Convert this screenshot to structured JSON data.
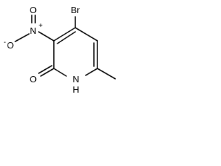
{
  "molecule": {
    "atoms": {
      "br": "Br",
      "n_nitro": "N",
      "n_nitro_charge": "+",
      "o_nitro_top": "O",
      "o_nitro_minus": "O",
      "o_nitro_charge": "-",
      "o_carbonyl": "O",
      "n_ring": "N",
      "h_ring": "H"
    }
  }
}
